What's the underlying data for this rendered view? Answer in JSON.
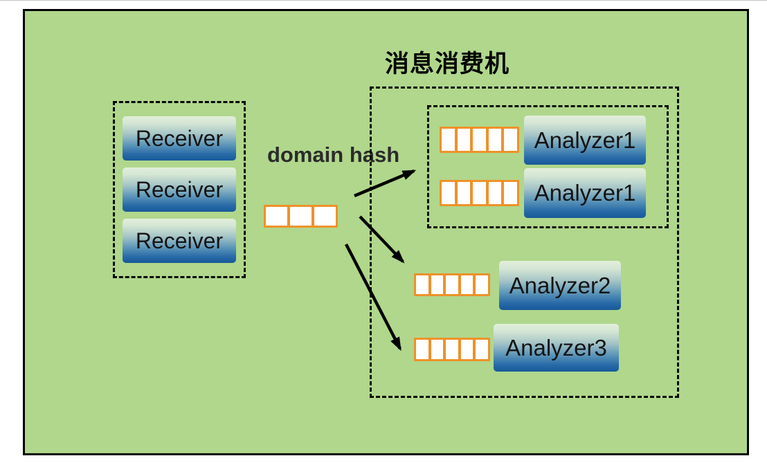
{
  "title": "消息消费机",
  "domain_hash_label": "domain hash",
  "receivers": [
    "Receiver",
    "Receiver",
    "Receiver"
  ],
  "hash_queue": {
    "cells": 3
  },
  "consumer_group": {
    "inner_rows": [
      {
        "label": "Analyzer1",
        "queue_cells": 5
      },
      {
        "label": "Analyzer1",
        "queue_cells": 5
      }
    ],
    "outer_rows": [
      {
        "label": "Analyzer2",
        "queue_cells": 5
      },
      {
        "label": "Analyzer3",
        "queue_cells": 5
      }
    ]
  },
  "colors": {
    "canvas_green": "#b0d78c",
    "queue_orange": "#ef9129",
    "box_gradient_top": "#e2efdb",
    "box_gradient_bottom": "#175999",
    "arrow": "#000000",
    "border": "#000000"
  }
}
